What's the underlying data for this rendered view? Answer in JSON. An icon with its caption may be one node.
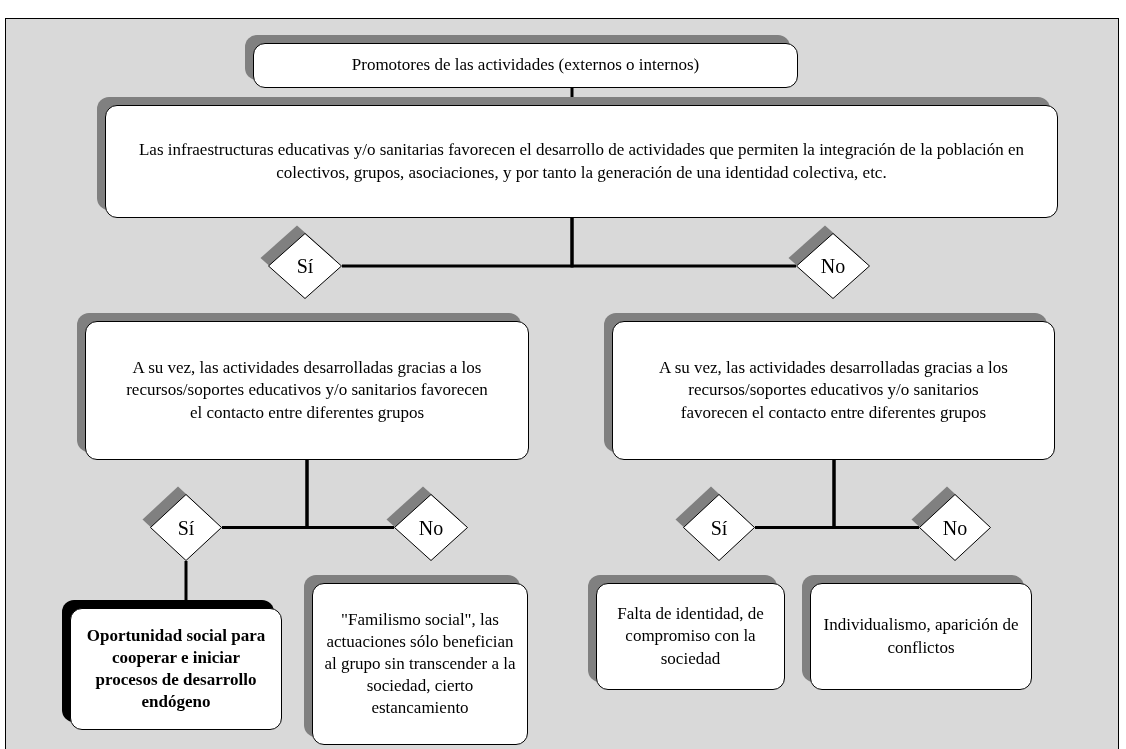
{
  "diagram": {
    "nodes": [
      {
        "text": [
          "Promotores de las actividades (externos o internos)"
        ]
      },
      {
        "text": [
          "Las infraestructuras educativas y/o sanitarias favorecen el desarrollo de actividades que permiten la integración de la población en colectivos, grupos, asociaciones, y por tanto la generación de una identidad colectiva, etc."
        ]
      },
      {
        "text": [
          "Sí"
        ]
      },
      {
        "text": [
          "No"
        ]
      },
      {
        "text": [
          "A su vez, las actividades desarrolladas gracias a los recursos/soportes educativos y/o sanitarios favorecen el contacto entre diferentes grupos"
        ]
      },
      {
        "text": [
          "A su vez, las actividades desarrolladas gracias a los recursos/soportes educativos y/o sanitarios favorecen el contacto entre diferentes grupos"
        ]
      },
      {
        "text": [
          "Sí"
        ]
      },
      {
        "text": [
          "No"
        ]
      },
      {
        "text": [
          "Sí"
        ]
      },
      {
        "text": [
          "No"
        ]
      },
      {
        "text": [
          "Oportunidad social para cooperar e iniciar procesos de desarrollo endógeno"
        ]
      },
      {
        "text": [
          "\"Familismo social\", las actuaciones sólo benefician al grupo sin transcender a la sociedad, cierto estancamiento"
        ]
      },
      {
        "text": [
          "Falta de identidad, de compromiso con la sociedad"
        ]
      },
      {
        "text": [
          "Individualismo, aparición de conflictos"
        ]
      }
    ],
    "edges": [
      {
        "from": 0,
        "to": 1,
        "arrow": "none"
      },
      {
        "from": 1,
        "to": 2,
        "arrow": "none"
      },
      {
        "from": 1,
        "to": 3,
        "arrow": "none"
      },
      {
        "from": 4,
        "to": 6,
        "arrow": "none"
      },
      {
        "from": 4,
        "to": 7,
        "arrow": "none"
      },
      {
        "from": 6,
        "to": 10,
        "arrow": "none"
      },
      {
        "from": 5,
        "to": 8,
        "arrow": "none"
      },
      {
        "from": 5,
        "to": 9,
        "arrow": "none"
      }
    ]
  }
}
